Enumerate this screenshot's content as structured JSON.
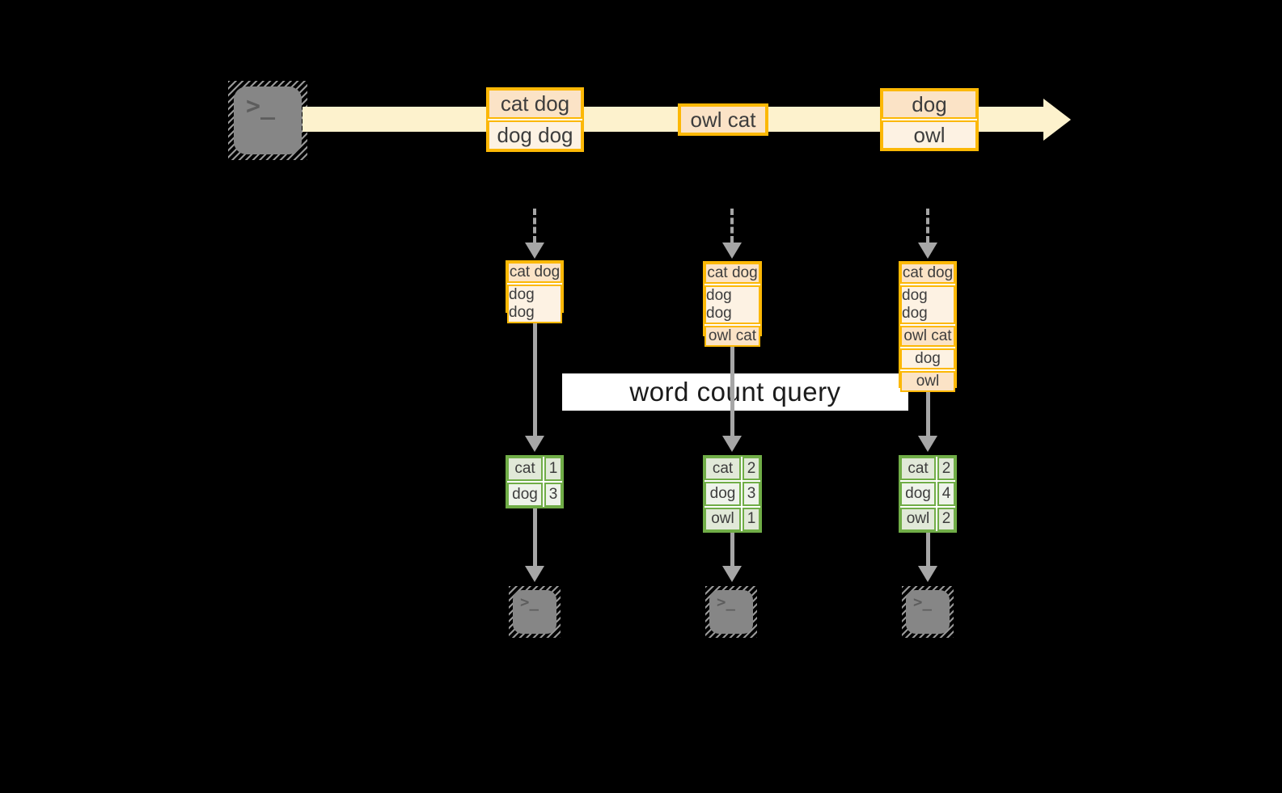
{
  "diagram_title": "word count query",
  "palette": {
    "background": "#000000",
    "stream_fill": "#fdf2cd",
    "event_border": "#fcb805",
    "event_fill_dark": "#fbe3c6",
    "event_fill_light": "#fdf2e3",
    "table_border": "#70ad47",
    "table_fill_dark": "#e1e9d8",
    "table_fill_light": "#eef3ea",
    "arrow_gray": "#a6a6a6",
    "terminal_gray": "#868686",
    "text_dark": "#3d3d3d",
    "band_background": "#ffffff"
  },
  "icons": {
    "terminal_glyph": ">_"
  },
  "stream": {
    "events": [
      {
        "rows": [
          "cat dog",
          "dog dog"
        ]
      },
      {
        "rows": [
          "owl cat"
        ]
      },
      {
        "rows": [
          "dog",
          "owl"
        ]
      }
    ]
  },
  "batches": [
    {
      "rows": [
        "cat dog",
        "dog dog"
      ]
    },
    {
      "rows": [
        "cat dog",
        "dog dog",
        "owl cat"
      ]
    },
    {
      "rows": [
        "cat dog",
        "dog dog",
        "owl cat",
        "dog",
        "owl"
      ]
    }
  ],
  "query": {
    "label": "word count query"
  },
  "tables": [
    {
      "rows": [
        {
          "word": "cat",
          "count": "1"
        },
        {
          "word": "dog",
          "count": "3"
        }
      ]
    },
    {
      "rows": [
        {
          "word": "cat",
          "count": "2"
        },
        {
          "word": "dog",
          "count": "3"
        },
        {
          "word": "owl",
          "count": "1"
        }
      ]
    },
    {
      "rows": [
        {
          "word": "cat",
          "count": "2"
        },
        {
          "word": "dog",
          "count": "4"
        },
        {
          "word": "owl",
          "count": "2"
        }
      ]
    }
  ]
}
